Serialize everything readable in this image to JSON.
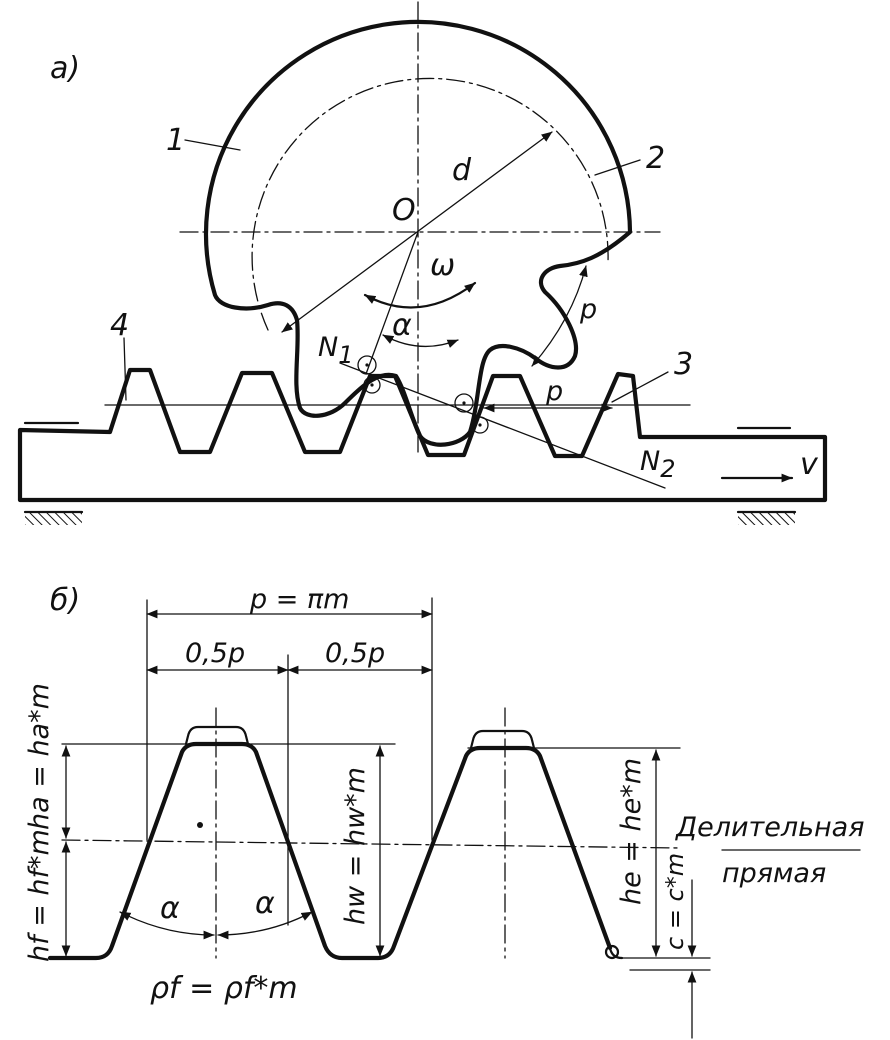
{
  "figure": {
    "part_a": {
      "label": "а)",
      "callouts": {
        "gear": "1",
        "pitch_circle": "2",
        "rack_line": "3",
        "rack": "4"
      },
      "center": "O",
      "diameter": "d",
      "angular_velocity": "ω",
      "pressure_angle": "α",
      "pitch_on_gear": "p",
      "pitch_on_rack": "p",
      "contact_point_1": "N",
      "contact_point_1_sub": "1",
      "contact_point_2": "N",
      "contact_point_2_sub": "2",
      "velocity": "v"
    },
    "part_b": {
      "label": "б)",
      "pitch_formula": "p = πm",
      "half_pitch_left": "0,5p",
      "half_pitch_right": "0,5p",
      "addendum": "ha = ha*m",
      "dedendum": "hf = hf*m",
      "working_depth": "hw = hw*m",
      "tooth_height": "he = he*m",
      "clearance": "c = c*m",
      "angle_left": "α",
      "angle_right": "α",
      "fillet_radius": "ρf = ρf*m",
      "pitch_line_name_1": "Делительная",
      "pitch_line_name_2": "прямая"
    }
  }
}
